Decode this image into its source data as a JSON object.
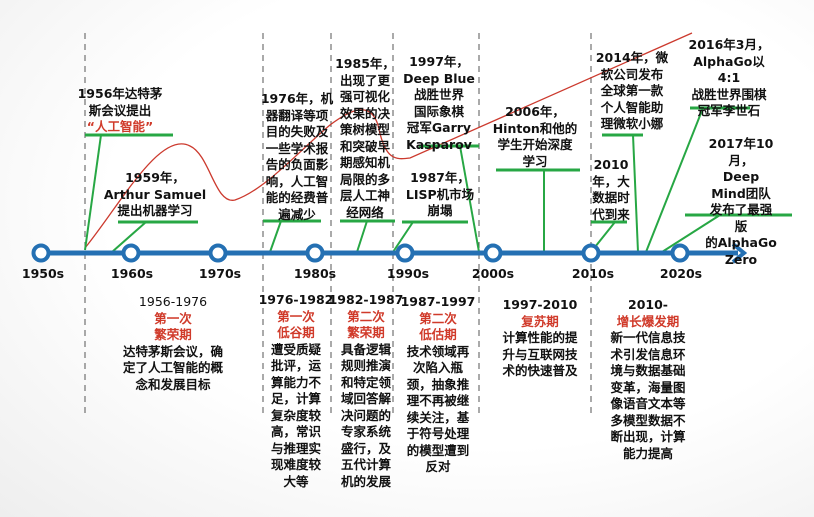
{
  "axis_labels": [
    "1950s",
    "1960s",
    "1970s",
    "1980s",
    "1990s",
    "2000s",
    "2010s",
    "2020s"
  ],
  "events": [
    {
      "text": "1956年达特茅\n斯会议提出",
      "highlight": "“人工智能”"
    },
    {
      "text": "1959年，\nArthur Samuel\n提出机器学习"
    },
    {
      "text": "1976年，机\n器翻译等项\n目的失败及\n一些学术报\n告的负面影\n响，人工智\n能的经费普\n遍减少"
    },
    {
      "text": "1985年，\n出现了更\n强可视化\n效果的决\n策树模型\n和突破早\n期感知机\n局限的多\n层人工神\n经网络"
    },
    {
      "text": "1997年，\nDeep Blue\n战胜世界\n国际象棋\n冠军Garry\nKasparov"
    },
    {
      "text": "1987年，\nLISP机市场\n崩塌"
    },
    {
      "text": "2006年，\nHinton和他的\n学生开始深度\n学习"
    },
    {
      "text": "2010\n年，大\n数据时\n代到来"
    },
    {
      "text": "2014年，微\n软公司发布\n全球第一款\n个人智能助\n理微软小娜"
    },
    {
      "text": "2016年3月，\nAlphaGo以4:1\n战胜世界围棋\n冠军李世石"
    },
    {
      "text": "2017年10月，\nDeep Mind团队\n发布了最强版\n的AlphaGo\nZero"
    }
  ],
  "periods": [
    {
      "years": "1956-1976",
      "name": "第一次\n繁荣期",
      "desc": "达特茅斯会议，确\n定了人工智能的概\n念和发展目标"
    },
    {
      "years": "1976-1982",
      "name": "第一次\n低谷期",
      "desc": "遭受质疑\n批评，运\n算能力不\n足，计算\n复杂度较\n高，常识\n与推理实\n现难度较\n大等"
    },
    {
      "years": "1982-1987",
      "name": "第二次\n繁荣期",
      "desc": "具备逻辑\n规则推演\n和特定领\n域回答解\n决问题的\n专家系统\n盛行，及\n五代计算\n机的发展"
    },
    {
      "years": "1987-1997",
      "name": "第二次\n低估期",
      "desc": "技术领域再\n次陷入瓶\n颈，抽象推\n理不再被继\n续关注，基\n于符号处理\n的模型遭到\n反对"
    },
    {
      "years": "1997-2010",
      "name": "复苏期",
      "desc": "计算性能的提\n升与互联网技\n术的快速普及"
    },
    {
      "years": "2010-",
      "name": "增长爆发期",
      "desc": "新一代信息技\n术引发信息环\n境与数据基础\n变革，海量图\n像语音文本等\n多模型数据不\n断出现，计算\n能力提高"
    }
  ],
  "colors": {
    "axis": "#2470b3",
    "connector": "#27a744",
    "curve": "#cc3a2e",
    "highlight": "#d03a2a"
  }
}
